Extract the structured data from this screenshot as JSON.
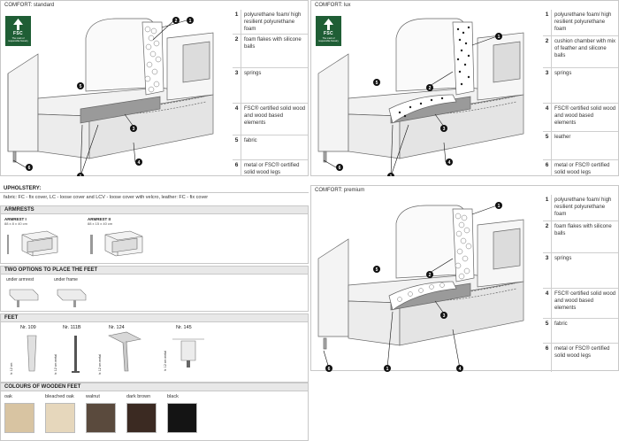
{
  "fsc_logo": {
    "label": "FSC",
    "subtitle": "The mark of responsible forestry"
  },
  "comfort_panels": [
    {
      "title": "COMFORT: standard",
      "specs": [
        {
          "num": "1",
          "text": "polyurethane foam/ high resilient polyurethane foam"
        },
        {
          "num": "2",
          "text": "foam flakes with silicone balls"
        },
        {
          "num": "3",
          "text": "springs"
        },
        {
          "num": "4",
          "text": "FSC® certified solid wood and wood based elements"
        },
        {
          "num": "5",
          "text": "fabric"
        },
        {
          "num": "6",
          "text": "metal or FSC® certified solid wood legs"
        }
      ]
    },
    {
      "title": "COMFORT: lux",
      "specs": [
        {
          "num": "1",
          "text": "polyurethane foam/ high resilient polyurethane foam"
        },
        {
          "num": "2",
          "text": "cushion chamber with mix of feather and silicone balls"
        },
        {
          "num": "3",
          "text": "springs"
        },
        {
          "num": "4",
          "text": "FSC® certified solid wood and wood based elements"
        },
        {
          "num": "5",
          "text": "leather"
        },
        {
          "num": "6",
          "text": "metal or FSC® certified solid wood legs"
        }
      ]
    },
    {
      "title": "COMFORT: premium",
      "specs": [
        {
          "num": "1",
          "text": "polyurethane foam/ high resilient polyurethane foam"
        },
        {
          "num": "2",
          "text": "foam flakes with silicone balls"
        },
        {
          "num": "3",
          "text": "springs"
        },
        {
          "num": "4",
          "text": "FSC® certified solid wood and wood based elements"
        },
        {
          "num": "5",
          "text": "fabric"
        },
        {
          "num": "6",
          "text": "metal or FSC® certified solid wood legs"
        }
      ]
    }
  ],
  "upholstery": {
    "title": "UPHOLSTERY:",
    "text": "fabric: FC - fix cover, LC - loose cover and LCV - loose cover with velcro, leather: FC - fix cover"
  },
  "armrests": {
    "title": "ARMRESTS",
    "items": [
      {
        "name": "ARMREST I",
        "dims": "88 x 8 x 40 cm"
      },
      {
        "name": "ARMREST II",
        "dims": "88 x 15 x 40 cm"
      }
    ]
  },
  "feet_placement": {
    "title": "TWO OPTIONS TO PLACE THE FEET",
    "options": [
      "under armrest",
      "under frame"
    ]
  },
  "feet": {
    "title": "FEET",
    "items": [
      {
        "nr": "Nr. 109",
        "height": "h: 12 cm"
      },
      {
        "nr": "Nr. 111B",
        "height": "h: 12 cm metal"
      },
      {
        "nr": "Nr. 124",
        "height": "h: 12 cm metal"
      },
      {
        "nr": "Nr. 145",
        "height": "h: 12 cm metal"
      }
    ]
  },
  "wood_colours": {
    "title": "COLOURS OF WOODEN FEET",
    "items": [
      {
        "name": "oak",
        "color": "#d8c4a2"
      },
      {
        "name": "bleached oak",
        "color": "#e6d7bc"
      },
      {
        "name": "walnut",
        "color": "#5a4a3d"
      },
      {
        "name": "dark brown",
        "color": "#3b2a22"
      },
      {
        "name": "black",
        "color": "#141414"
      }
    ]
  },
  "colors": {
    "fsc_green": "#1f5e35",
    "marker_black": "#111111",
    "section_bg": "#e8e8e8"
  }
}
